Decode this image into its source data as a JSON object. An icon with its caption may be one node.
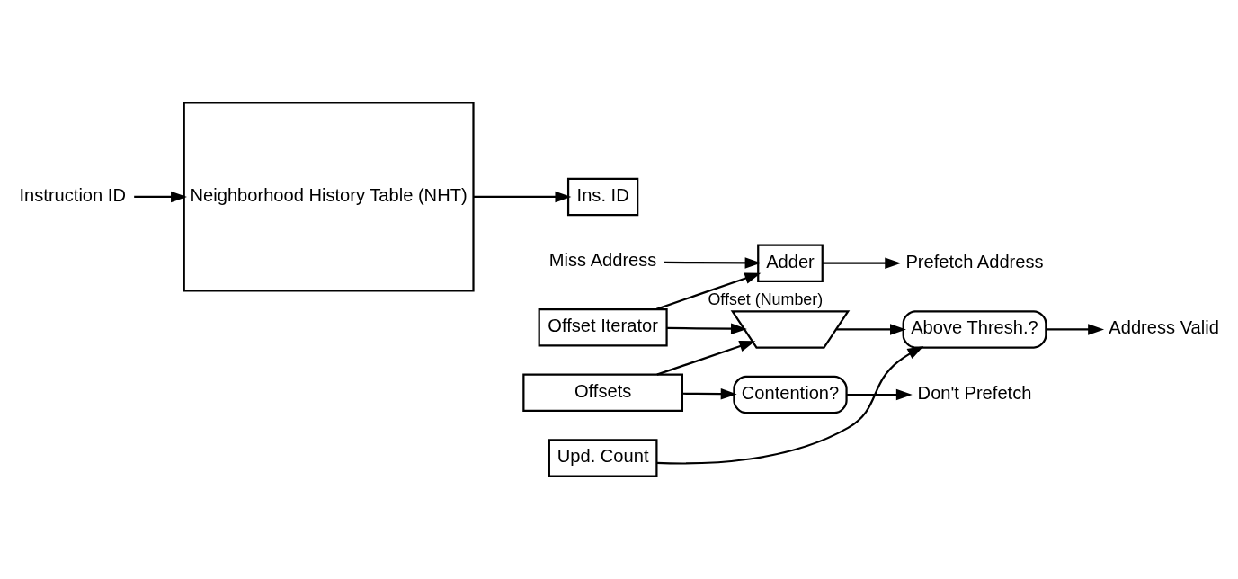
{
  "diagram": {
    "nodes": [
      {
        "text": [
          "Miss Address"
        ]
      },
      {
        "text": [
          "Adder"
        ]
      },
      {
        "text": [
          "Prefetch Address"
        ]
      },
      {
        "text": [
          "Instruction ID"
        ]
      },
      {
        "text": [
          "Neighborhood History Table (NHT)"
        ]
      },
      {
        "text": [
          "Offset Iterator"
        ]
      },
      {
        "text": [
          "Above Thresh.?"
        ]
      },
      {
        "text": [
          "Address Valid"
        ]
      },
      {
        "text": [],
        "shape": "trapezoid"
      },
      {
        "text": [
          "Contention?"
        ]
      },
      {
        "text": [
          "Don't Prefetch"
        ]
      },
      {
        "text": [
          "Ins. ID"
        ]
      },
      {
        "text": [
          "Upd. Count"
        ]
      },
      {
        "text": [
          "Offsets"
        ]
      }
    ],
    "edges": [
      {
        "from": 0,
        "to": 1,
        "arrow": "to"
      },
      {
        "from": 5,
        "to": 1,
        "arrow": "to",
        "label": "Offset (Number)"
      },
      {
        "from": 1,
        "to": 2,
        "arrow": "to"
      },
      {
        "from": 3,
        "to": 4,
        "arrow": "to"
      },
      {
        "from": 12,
        "to": 6,
        "arrow": "to"
      },
      {
        "from": 6,
        "to": 7,
        "arrow": "to"
      },
      {
        "from": 5,
        "to": 8,
        "arrow": "to"
      },
      {
        "from": 8,
        "to": 6,
        "arrow": "to"
      },
      {
        "from": 13,
        "to": 8,
        "arrow": "to"
      },
      {
        "from": 13,
        "to": 9,
        "arrow": "to"
      },
      {
        "from": 9,
        "to": 10,
        "arrow": "to"
      },
      {
        "from": 4,
        "to": 11,
        "arrow": "to"
      }
    ]
  }
}
